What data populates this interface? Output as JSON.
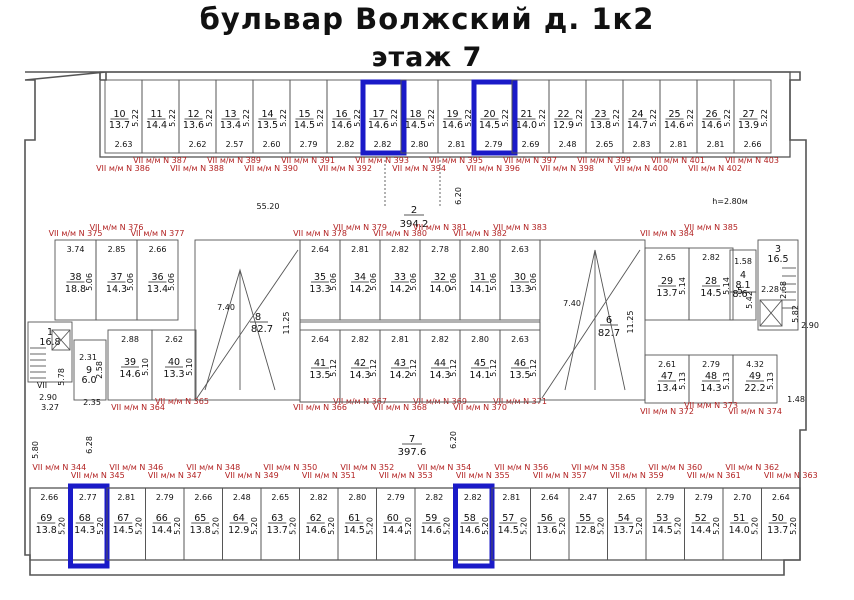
{
  "title": "бульвар Волжский д. 1к2",
  "floor": "этаж 7",
  "colors": {
    "highlight": "#1a1ac8",
    "label": "#b22222",
    "line": "#555555"
  },
  "top_spaces": [
    {
      "n": "10",
      "a": "13.7",
      "w": "2.63",
      "h": "5.22"
    },
    {
      "n": "11",
      "a": "14.4",
      "w": "",
      "h": "5.22"
    },
    {
      "n": "12",
      "a": "13.6",
      "w": "2.62",
      "h": "5.22"
    },
    {
      "n": "13",
      "a": "13.4",
      "w": "2.57",
      "h": "5.22"
    },
    {
      "n": "14",
      "a": "13.5",
      "w": "2.60",
      "h": "5.22"
    },
    {
      "n": "15",
      "a": "14.5",
      "w": "2.79",
      "h": "5.22"
    },
    {
      "n": "16",
      "a": "14.6",
      "w": "2.82",
      "h": "5.22"
    },
    {
      "n": "17",
      "a": "14.6",
      "w": "2.82",
      "h": "5.22"
    },
    {
      "n": "18",
      "a": "14.5",
      "w": "2.80",
      "h": "5.22"
    },
    {
      "n": "19",
      "a": "14.6",
      "w": "2.81",
      "h": "5.22"
    },
    {
      "n": "20",
      "a": "14.5",
      "w": "2.79",
      "h": "5.22"
    },
    {
      "n": "21",
      "a": "14.0",
      "w": "2.69",
      "h": "5.22"
    },
    {
      "n": "22",
      "a": "12.9",
      "w": "2.48",
      "h": "5.22"
    },
    {
      "n": "23",
      "a": "13.8",
      "w": "2.65",
      "h": "5.22"
    },
    {
      "n": "24",
      "a": "14.7",
      "w": "2.83",
      "h": "5.22"
    },
    {
      "n": "25",
      "a": "14.6",
      "w": "2.81",
      "h": "5.22"
    },
    {
      "n": "26",
      "a": "14.6",
      "w": "2.81",
      "h": "5.22"
    },
    {
      "n": "27",
      "a": "13.9",
      "w": "2.66",
      "h": "5.22"
    }
  ],
  "top_mm_labels": [
    "VII м/м N 386",
    "VII м/м N 387",
    "VII м/м N 388",
    "VII м/м N 389",
    "VII м/м N 390",
    "VII м/м N 391",
    "VII м/м N 392",
    "VII м/м N 393",
    "VII м/м N 394",
    "VII м/м N 395",
    "VII м/м N 396",
    "VII м/м N 397",
    "VII м/м N 398",
    "VII м/м N 399",
    "VII м/м N 400",
    "VII м/м N 401",
    "VII м/м N 402",
    "VII м/м N 403"
  ],
  "upper_drive": {
    "n": "2",
    "a": "394.2",
    "d1": "55.20",
    "d2": "6.20",
    "height": "h=2.80м"
  },
  "mid_left_top": [
    {
      "n": "38",
      "a": "18.8",
      "w": "3.74",
      "h": "5.06"
    },
    {
      "n": "37",
      "a": "14.3",
      "w": "2.85",
      "h": "5.06"
    },
    {
      "n": "36",
      "a": "13.4",
      "w": "2.66",
      "h": "5.06"
    }
  ],
  "mid_left_labels": [
    "VII м/м N 375",
    "VII м/м N 376",
    "VII м/м N 377"
  ],
  "mid_center_top": [
    {
      "n": "35",
      "a": "13.3",
      "w": "2.64",
      "h": "5.06"
    },
    {
      "n": "34",
      "a": "14.2",
      "w": "2.81",
      "h": "5.06"
    },
    {
      "n": "33",
      "a": "14.2",
      "w": "2.82",
      "h": "5.06"
    },
    {
      "n": "32",
      "a": "14.0",
      "w": "2.78",
      "h": "5.06"
    },
    {
      "n": "31",
      "a": "14.1",
      "w": "2.80",
      "h": "5.06"
    },
    {
      "n": "30",
      "a": "13.3",
      "w": "2.63",
      "h": "5.06"
    }
  ],
  "mid_center_labels": [
    "VII м/м N 378",
    "VII м/м N 379",
    "VII м/м N 380",
    "VII м/м N 381",
    "VII м/м N 382",
    "VII м/м N 383"
  ],
  "mid_right_top": [
    {
      "n": "29",
      "a": "13.7",
      "w": "2.65",
      "h": "5.14"
    },
    {
      "n": "28",
      "a": "14.5",
      "w": "2.82",
      "h": "5.14"
    }
  ],
  "mid_right_labels": [
    "VII м/м N 384",
    "VII м/м N 385"
  ],
  "small_rooms": [
    {
      "n": "4",
      "a": "8.1",
      "d": "1.58"
    },
    {
      "n": "5",
      "a": "8.6",
      "d": "5.42"
    }
  ],
  "stair_right": {
    "n": "3",
    "a": "16.5",
    "d1": "2.68",
    "d2": "2.28",
    "d3": "5.82",
    "d4": "2.90"
  },
  "stair_left": {
    "n": "1",
    "a": "16.8"
  },
  "ramp_left": {
    "n": "8",
    "a": "82.7",
    "d1": "7.40",
    "d2": "11.25"
  },
  "ramp_right": {
    "n": "6",
    "a": "82.7",
    "d1": "7.40",
    "d2": "11.25"
  },
  "mid_left_bottom": [
    {
      "n": "39",
      "a": "14.6",
      "w": "2.88",
      "h": "5.10"
    },
    {
      "n": "40",
      "a": "13.3",
      "w": "2.62",
      "h": "5.10"
    }
  ],
  "small_left": {
    "n": "9",
    "a": "6.0",
    "d1": "2.31",
    "d2": "2.58",
    "d3": "2.35",
    "d4": "5.78",
    "d5": "2.90",
    "d6": "3.27",
    "vii": "VII"
  },
  "mid_left_bottom_labels": [
    "VII м/м N 364",
    "VII м/м N 365"
  ],
  "mid_center_bottom": [
    {
      "n": "41",
      "a": "13.5",
      "w": "2.64",
      "h": "5.12"
    },
    {
      "n": "42",
      "a": "14.3",
      "w": "2.82",
      "h": "5.12"
    },
    {
      "n": "43",
      "a": "14.2",
      "w": "2.81",
      "h": "5.12"
    },
    {
      "n": "44",
      "a": "14.3",
      "w": "2.82",
      "h": "5.12"
    },
    {
      "n": "45",
      "a": "14.1",
      "w": "2.80",
      "h": "5.12"
    },
    {
      "n": "46",
      "a": "13.5",
      "w": "2.63",
      "h": "5.12"
    }
  ],
  "mid_center_bottom_labels": [
    "VII м/м N 366",
    "VII м/м N 367",
    "VII м/м N 368",
    "VII м/м N 369",
    "VII м/м N 370",
    "VII м/м N 371"
  ],
  "mid_right_bottom": [
    {
      "n": "47",
      "a": "13.4",
      "w": "2.61",
      "h": "5.13"
    },
    {
      "n": "48",
      "a": "14.3",
      "w": "2.79",
      "h": "5.13"
    },
    {
      "n": "49",
      "a": "22.2",
      "w": "4.32",
      "h": "5.13"
    }
  ],
  "mid_right_bottom_labels": [
    "VII м/м N 372",
    "VII м/м N 373",
    "VII м/м N 374"
  ],
  "lower_drive": {
    "n": "7",
    "a": "397.6",
    "d1": "5.80",
    "d2": "6.28",
    "d3": "6.20",
    "d4": "1.48"
  },
  "bottom_spaces": [
    {
      "n": "69",
      "a": "13.8",
      "w": "2.66",
      "h": "5.20"
    },
    {
      "n": "68",
      "a": "14.3",
      "w": "2.77",
      "h": "5.20"
    },
    {
      "n": "67",
      "a": "14.5",
      "w": "2.81",
      "h": "5.20"
    },
    {
      "n": "66",
      "a": "14.4",
      "w": "2.79",
      "h": "5.20"
    },
    {
      "n": "65",
      "a": "13.8",
      "w": "2.66",
      "h": "5.20"
    },
    {
      "n": "64",
      "a": "12.9",
      "w": "2.48",
      "h": "5.20"
    },
    {
      "n": "63",
      "a": "13.7",
      "w": "2.65",
      "h": "5.20"
    },
    {
      "n": "62",
      "a": "14.6",
      "w": "2.82",
      "h": "5.20"
    },
    {
      "n": "61",
      "a": "14.5",
      "w": "2.80",
      "h": "5.20"
    },
    {
      "n": "60",
      "a": "14.4",
      "w": "2.79",
      "h": "5.20"
    },
    {
      "n": "59",
      "a": "14.6",
      "w": "2.82",
      "h": "5.20"
    },
    {
      "n": "58",
      "a": "14.6",
      "w": "2.82",
      "h": "5.20"
    },
    {
      "n": "57",
      "a": "14.5",
      "w": "2.81",
      "h": "5.20"
    },
    {
      "n": "56",
      "a": "13.6",
      "w": "2.64",
      "h": "5.20"
    },
    {
      "n": "55",
      "a": "12.8",
      "w": "2.47",
      "h": "5.20"
    },
    {
      "n": "54",
      "a": "13.7",
      "w": "2.65",
      "h": "5.20"
    },
    {
      "n": "53",
      "a": "14.5",
      "w": "2.79",
      "h": "5.20"
    },
    {
      "n": "52",
      "a": "14.4",
      "w": "2.79",
      "h": "5.20"
    },
    {
      "n": "51",
      "a": "14.0",
      "w": "2.70",
      "h": "5.20"
    },
    {
      "n": "50",
      "a": "13.7",
      "w": "2.64",
      "h": "5.20"
    }
  ],
  "bottom_mm_labels": [
    "VII м/м N 344",
    "VII м/м N 345",
    "VII м/м N 346",
    "VII м/м N 347",
    "VII м/м N 348",
    "VII м/м N 349",
    "VII м/м N 350",
    "VII м/м N 351",
    "VII м/м N 352",
    "VII м/м N 353",
    "VII м/м N 354",
    "VII м/м N 355",
    "VII м/м N 356",
    "VII м/м N 357",
    "VII м/м N 358",
    "VII м/м N 359",
    "VII м/м N 360",
    "VII м/м N 361",
    "VII м/м N 362",
    "VII м/м N 363"
  ],
  "highlighted_spaces": [
    "17",
    "20",
    "68",
    "58"
  ]
}
